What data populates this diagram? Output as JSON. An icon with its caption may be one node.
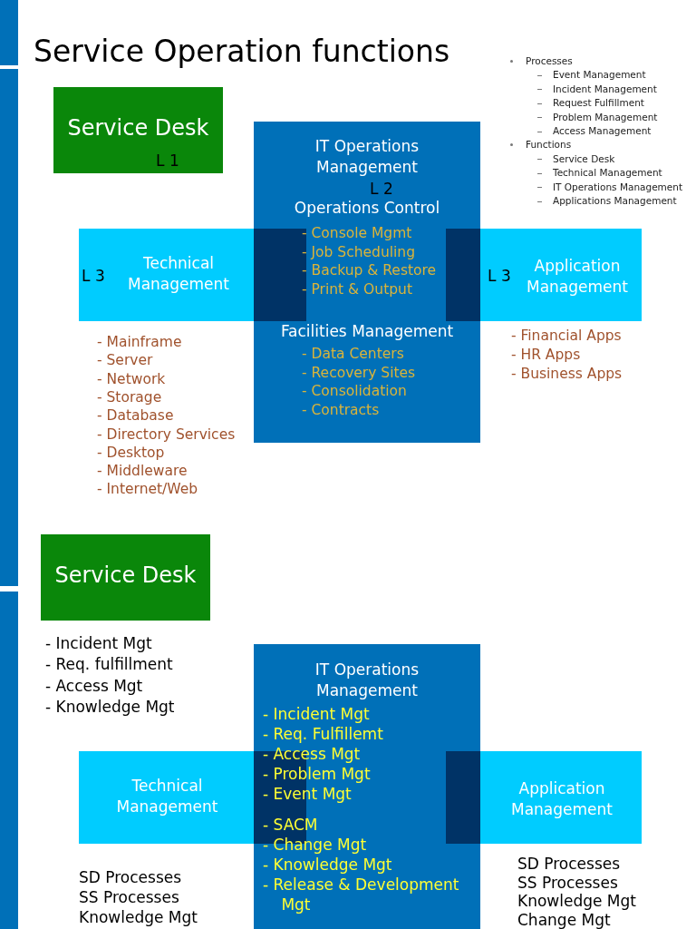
{
  "diagram": {
    "title": "Service Operation functions",
    "nodes": [
      {
        "text": [
          "Service Desk",
          "L 1"
        ]
      },
      {
        "text": [
          "IT Operations Management",
          "L 2",
          "Operations Control",
          "- Console Mgmt",
          "- Job Scheduling",
          "- Backup & Restore",
          "- Print & Output",
          "Facilities Management",
          "- Data Centers",
          "- Recovery Sites",
          "- Consolidation",
          "- Contracts"
        ]
      },
      {
        "text": [
          "L 3",
          "Technical Management"
        ],
        "beside": [
          "- Mainframe",
          "- Server",
          "- Network",
          "- Storage",
          "- Database",
          "- Directory Services",
          "- Desktop",
          "- Middleware",
          "- Internet/Web"
        ]
      },
      {
        "text": [
          "L 3",
          "Application Management"
        ],
        "beside": [
          "- Financial Apps",
          "- HR Apps",
          "- Business Apps"
        ]
      },
      {
        "text": [
          "Service Desk"
        ],
        "beside": [
          "- Incident Mgt",
          "- Req. fulfillment",
          "- Access Mgt",
          "- Knowledge Mgt"
        ]
      },
      {
        "text": [
          "IT Operations Management",
          "- Incident Mgt",
          "- Req. Fulfillemt",
          "- Access Mgt",
          "- Problem Mgt",
          "- Event Mgt",
          "- SACM",
          "- Change Mgt",
          "- Knowledge Mgt",
          "- Release & Development Mgt"
        ]
      },
      {
        "text": [
          "Technical Management"
        ],
        "beside": [
          "SD Processes",
          "SS Processes",
          "Knowledge Mgt"
        ]
      },
      {
        "text": [
          "Application Management"
        ],
        "beside": [
          "SD Processes",
          "SS Processes",
          "Knowledge Mgt",
          "Change Mgt"
        ]
      }
    ],
    "edges": [],
    "labels": [
      "Processes",
      "Event Management",
      "Incident Management",
      "Request Fulfillment",
      "Problem Management",
      "Access Management",
      "Functions",
      "Service Desk",
      "Technical Management",
      "IT Operations Management",
      "Applications Management"
    ]
  }
}
